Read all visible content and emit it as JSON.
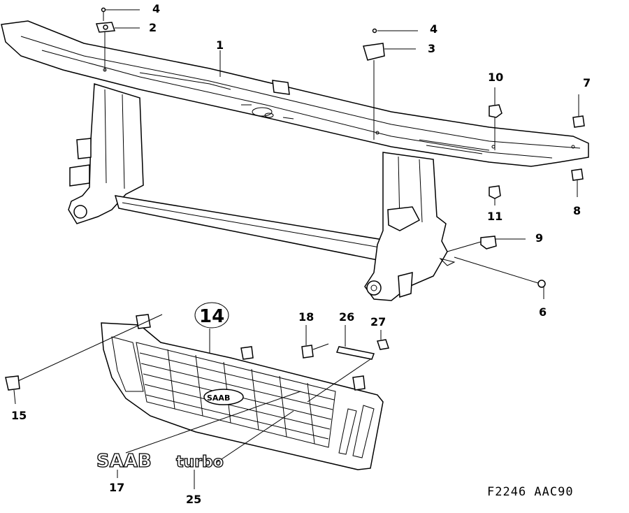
{
  "diagram": {
    "drawing_code": "F2246 AAC90",
    "callouts": {
      "c1": "1",
      "c2": "2",
      "c3": "3",
      "c4a": "4",
      "c4b": "4",
      "c6": "6",
      "c7": "7",
      "c8": "8",
      "c9": "9",
      "c10": "10",
      "c11": "11",
      "c14": "14",
      "c15": "15",
      "c17": "17",
      "c18": "18",
      "c25": "25",
      "c26": "26",
      "c27": "27"
    },
    "badges": {
      "saab": "SAAB",
      "turbo": "turbo"
    }
  }
}
